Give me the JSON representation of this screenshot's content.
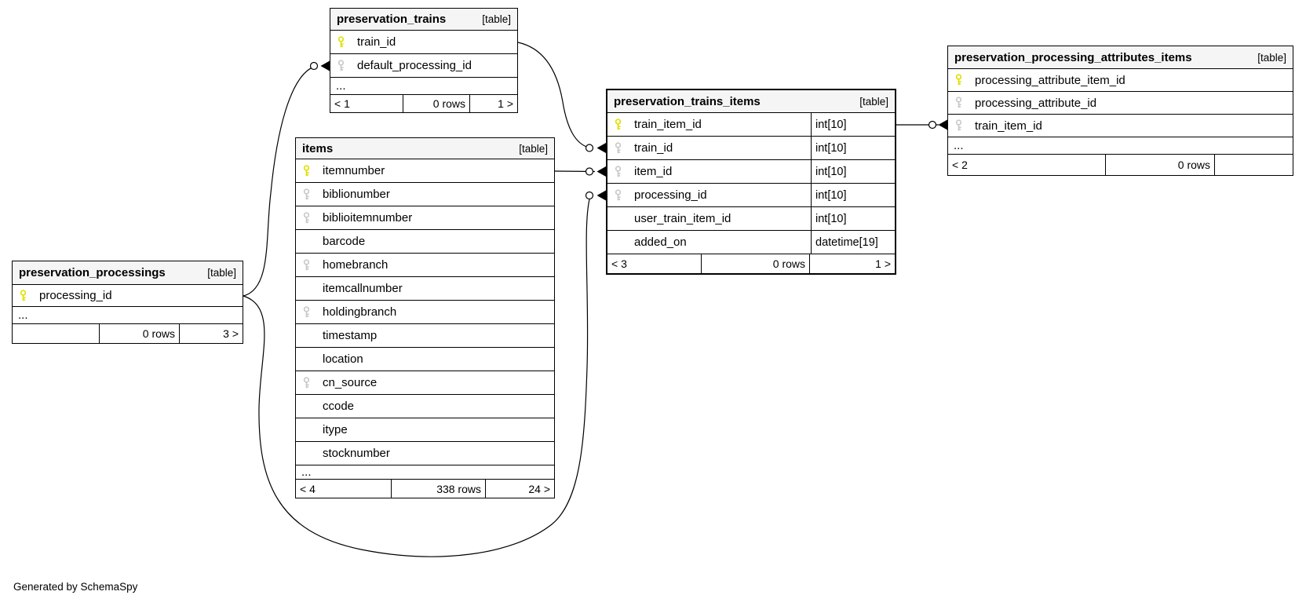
{
  "page": {
    "generated_by": "Generated by SchemaSpy"
  },
  "colors": {
    "pk_key": "#e0e000",
    "fk_key": "#c9c9c9",
    "header_bg": "#f5f5f5",
    "line": "#000000"
  },
  "tables": {
    "preservation_trains": {
      "name": "preservation_trains",
      "tag": "[table]",
      "columns": [
        {
          "name": "train_id",
          "key": "primary"
        },
        {
          "name": "default_processing_id",
          "key": "foreign"
        }
      ],
      "ellipsis": "...",
      "footer": {
        "left": "< 1",
        "center": "0 rows",
        "right": "1 >"
      }
    },
    "items": {
      "name": "items",
      "tag": "[table]",
      "columns": [
        {
          "name": "itemnumber",
          "key": "primary"
        },
        {
          "name": "biblionumber",
          "key": "foreign"
        },
        {
          "name": "biblioitemnumber",
          "key": "foreign"
        },
        {
          "name": "barcode",
          "key": "none"
        },
        {
          "name": "homebranch",
          "key": "foreign"
        },
        {
          "name": "itemcallnumber",
          "key": "none"
        },
        {
          "name": "holdingbranch",
          "key": "foreign"
        },
        {
          "name": "timestamp",
          "key": "none"
        },
        {
          "name": "location",
          "key": "none"
        },
        {
          "name": "cn_source",
          "key": "foreign"
        },
        {
          "name": "ccode",
          "key": "none"
        },
        {
          "name": "itype",
          "key": "none"
        },
        {
          "name": "stocknumber",
          "key": "none"
        }
      ],
      "ellipsis": "...",
      "footer": {
        "left": "< 4",
        "center": "338 rows",
        "right": "24 >"
      }
    },
    "preservation_processings": {
      "name": "preservation_processings",
      "tag": "[table]",
      "columns": [
        {
          "name": "processing_id",
          "key": "primary"
        }
      ],
      "ellipsis": "...",
      "footer": {
        "left": "",
        "center": "0 rows",
        "right": "3 >"
      }
    },
    "preservation_trains_items": {
      "name": "preservation_trains_items",
      "tag": "[table]",
      "columns": [
        {
          "name": "train_item_id",
          "key": "primary",
          "type": "int[10]"
        },
        {
          "name": "train_id",
          "key": "foreign",
          "type": "int[10]"
        },
        {
          "name": "item_id",
          "key": "foreign",
          "type": "int[10]"
        },
        {
          "name": "processing_id",
          "key": "foreign",
          "type": "int[10]"
        },
        {
          "name": "user_train_item_id",
          "key": "none",
          "type": "int[10]"
        },
        {
          "name": "added_on",
          "key": "none",
          "type": "datetime[19]"
        }
      ],
      "footer": {
        "left": "< 3",
        "center": "0 rows",
        "right": "1 >"
      }
    },
    "preservation_processing_attributes_items": {
      "name": "preservation_processing_attributes_items",
      "tag": "[table]",
      "columns": [
        {
          "name": "processing_attribute_item_id",
          "key": "primary"
        },
        {
          "name": "processing_attribute_id",
          "key": "foreign"
        },
        {
          "name": "train_item_id",
          "key": "foreign"
        }
      ],
      "ellipsis": "...",
      "footer": {
        "left": "< 2",
        "center": "0 rows",
        "right": ""
      }
    }
  },
  "relationships": [
    {
      "from": "preservation_processings.processing_id",
      "to": "preservation_trains.default_processing_id"
    },
    {
      "from": "preservation_processings.processing_id",
      "to": "preservation_trains_items.processing_id"
    },
    {
      "from": "preservation_trains.train_id",
      "to": "preservation_trains_items.train_id"
    },
    {
      "from": "items.itemnumber",
      "to": "preservation_trains_items.item_id"
    },
    {
      "from": "preservation_trains_items.train_item_id",
      "to": "preservation_processing_attributes_items.train_item_id"
    }
  ]
}
